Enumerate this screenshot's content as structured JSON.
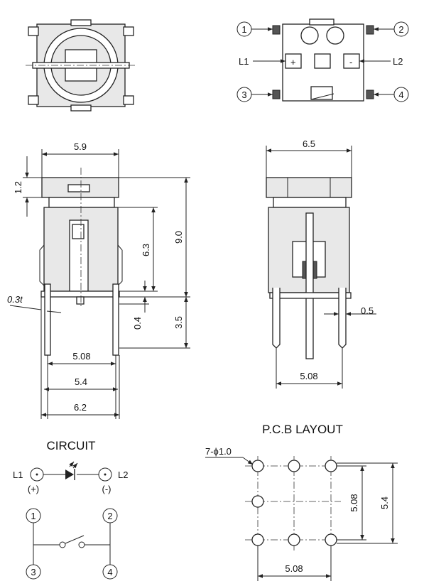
{
  "top_view_right": {
    "pins": [
      "1",
      "2",
      "3",
      "4"
    ],
    "led_labels": [
      "L1",
      "L2"
    ],
    "polarity": [
      "+",
      "-"
    ]
  },
  "front_view": {
    "dims": [
      "5.9",
      "1.2",
      "9.0",
      "6.3",
      "0.3t",
      "0.4",
      "3.5",
      "5.08",
      "5.4",
      "6.2"
    ]
  },
  "side_view": {
    "dims": [
      "6.5",
      "0.5",
      "5.08"
    ]
  },
  "circuit": {
    "title": "CIRCUIT",
    "led_labels": [
      "L1",
      "L2"
    ],
    "polarity": [
      "(+)",
      "(-)"
    ],
    "pins": [
      "1",
      "2",
      "3",
      "4"
    ]
  },
  "pcb_layout": {
    "title": "P.C.B LAYOUT",
    "hole_note": "7-ϕ1.0",
    "dims": [
      "5.08",
      "5.4",
      "5.08"
    ]
  },
  "colors": {
    "line": "#222222",
    "fill": "#e8e8e8"
  }
}
